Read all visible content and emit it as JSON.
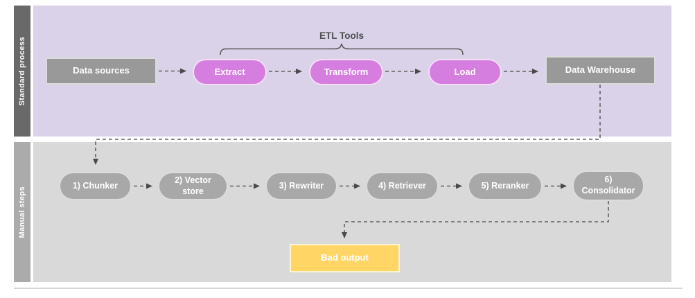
{
  "diagram": {
    "lanes": [
      {
        "id": "standard-process",
        "label": "Standard process"
      },
      {
        "id": "manual-steps",
        "label": "Manual steps"
      }
    ],
    "brace_label": "ETL Tools",
    "nodes": {
      "data_sources": {
        "label": "Data sources",
        "shape": "rectangle",
        "color": "#999999"
      },
      "extract": {
        "label": "Extract",
        "shape": "pill",
        "color": "#d67de0"
      },
      "transform": {
        "label": "Transform",
        "shape": "pill",
        "color": "#d67de0"
      },
      "load": {
        "label": "Load",
        "shape": "pill",
        "color": "#d67de0"
      },
      "data_warehouse": {
        "label": "Data Warehouse",
        "shape": "rectangle",
        "color": "#999999"
      },
      "chunker": {
        "label": "1) Chunker",
        "shape": "pill",
        "color": "#a8a8a8"
      },
      "vector_store": {
        "label": "2) Vector store",
        "shape": "pill",
        "color": "#a8a8a8"
      },
      "rewriter": {
        "label": "3) Rewriter",
        "shape": "pill",
        "color": "#a8a8a8"
      },
      "retriever": {
        "label": "4) Retriever",
        "shape": "pill",
        "color": "#a8a8a8"
      },
      "reranker": {
        "label": "5) Reranker",
        "shape": "pill",
        "color": "#a8a8a8"
      },
      "consolidator": {
        "label": "6) Consolidator",
        "shape": "pill",
        "color": "#a8a8a8"
      },
      "bad_output": {
        "label": "Bad output",
        "shape": "rectangle",
        "color": "#ffd666"
      }
    },
    "edges": [
      {
        "from": "data_sources",
        "to": "extract",
        "style": "dashed-arrow"
      },
      {
        "from": "extract",
        "to": "transform",
        "style": "dashed-arrow"
      },
      {
        "from": "transform",
        "to": "load",
        "style": "dashed-arrow"
      },
      {
        "from": "load",
        "to": "data_warehouse",
        "style": "dashed-arrow"
      },
      {
        "from": "data_warehouse",
        "to": "chunker",
        "style": "dashed-arrow-elbow"
      },
      {
        "from": "chunker",
        "to": "vector_store",
        "style": "dashed-arrow"
      },
      {
        "from": "vector_store",
        "to": "rewriter",
        "style": "dashed-arrow"
      },
      {
        "from": "rewriter",
        "to": "retriever",
        "style": "dashed-arrow"
      },
      {
        "from": "retriever",
        "to": "reranker",
        "style": "dashed-arrow"
      },
      {
        "from": "reranker",
        "to": "consolidator",
        "style": "dashed-arrow"
      },
      {
        "from": "consolidator",
        "to": "bad_output",
        "style": "dashed-arrow-elbow"
      }
    ],
    "colors": {
      "lane1_bar": "#696969",
      "lane1_bg": "#d9d2e9",
      "lane2_bar": "#ababab",
      "lane2_bg": "#d9d9d9",
      "etl_pill": "#d67de0",
      "gray_box": "#999999",
      "gray_pill": "#a8a8a8",
      "bad_output_fill": "#ffd666",
      "connector": "#616161",
      "brace_text": "#4d4d4d"
    }
  }
}
